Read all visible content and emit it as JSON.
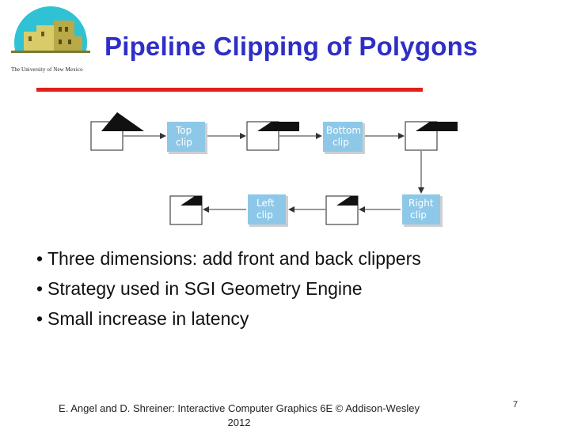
{
  "logo": {
    "caption": "The University of New Mexico"
  },
  "title": "Pipeline Clipping of Polygons",
  "diagram": {
    "stages": [
      {
        "line1": "Top",
        "line2": "clip"
      },
      {
        "line1": "Bottom",
        "line2": "clip"
      },
      {
        "line1": "Left",
        "line2": "clip"
      },
      {
        "line1": "Right",
        "line2": "clip"
      }
    ]
  },
  "bullets": [
    "Three dimensions: add front and back clippers",
    "Strategy used in SGI Geometry Engine",
    "Small increase in latency"
  ],
  "footer": {
    "citation_line1": "E. Angel and D. Shreiner: Interactive Computer Graphics 6E © Addison-Wesley",
    "citation_line2": "2012",
    "page_number": "7"
  },
  "colors": {
    "title": "#2e2ec8",
    "rule": "#e0201c",
    "clip_box": "#8ec8e8",
    "arrow": "#333333"
  }
}
